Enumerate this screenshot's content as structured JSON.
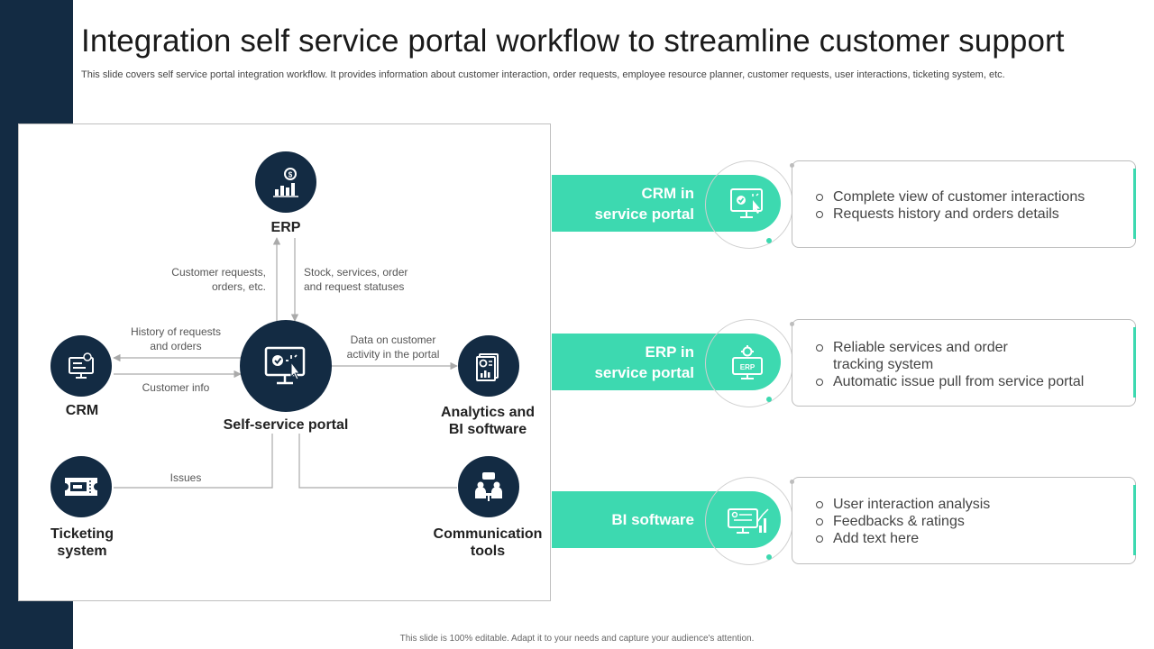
{
  "header": {
    "title": "Integration self service portal workflow to streamline customer support",
    "subtitle": "This slide covers self service portal integration workflow. It provides information about customer interaction, order requests, employee resource planner, customer requests, user interactions, ticketing system, etc."
  },
  "diagram": {
    "nodes": {
      "erp": "ERP",
      "crm": "CRM",
      "portal": "Self-service portal",
      "analytics": "Analytics and\nBI software",
      "ticketing": "Ticketing\nsystem",
      "communication": "Communication\ntools"
    },
    "flows": {
      "customer_requests": "Customer requests,\norders, etc.",
      "stock_services": "Stock, services, order\nand request statuses",
      "history": "History of requests\nand orders",
      "customer_info": "Customer info",
      "data_activity": "Data on customer\nactivity in the portal",
      "issues": "Issues"
    },
    "icons": {
      "erp": "gear-bar-chart-icon",
      "crm": "monitor-crm-icon",
      "portal": "monitor-check-click-icon",
      "analytics": "report-document-icon",
      "ticketing": "ticket-icon",
      "communication": "meeting-people-icon"
    }
  },
  "panels": [
    {
      "label": "CRM in\nservice portal",
      "icon": "monitor-check-click-icon",
      "bullets": [
        "Complete view of customer interactions",
        "Requests history and orders details"
      ]
    },
    {
      "label": "ERP in\nservice portal",
      "icon": "monitor-erp-gear-icon",
      "bullets": [
        "Reliable services and order\ntracking system",
        "Automatic issue pull from service portal"
      ]
    },
    {
      "label": "BI software",
      "icon": "monitor-growth-chart-icon",
      "bullets": [
        "User interaction analysis",
        "Feedbacks & ratings",
        "Add text here"
      ]
    }
  ],
  "footer": {
    "note": "This slide is 100% editable. Adapt it to your needs and capture your audience's attention."
  },
  "colors": {
    "navy": "#132b43",
    "accent": "#3dd9b0",
    "border": "#bdbdbd"
  }
}
